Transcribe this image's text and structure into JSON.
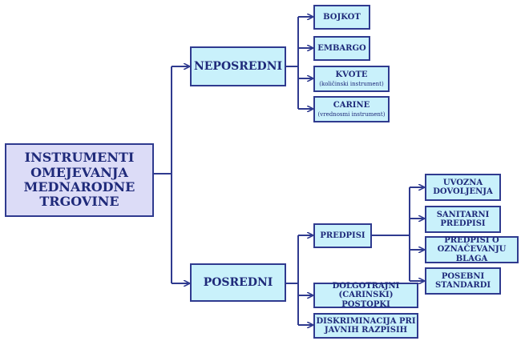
{
  "root": {
    "label": "INSTRUMENTI\nOMEJEVANJA\nMEDNARODNE\nTRGOVINE"
  },
  "neposredni": {
    "label": "NEPOSREDNI",
    "children": [
      {
        "label": "BOJKOT"
      },
      {
        "label": "EMBARGO"
      },
      {
        "label": "KVOTE",
        "note": "(količinski instrument)"
      },
      {
        "label": "CARINE",
        "note": "(vrednosmi instrument)"
      }
    ]
  },
  "posredni": {
    "label": "POSREDNI",
    "children": [
      {
        "label": "PREDPISI"
      },
      {
        "label": "DOLGOTRAJNI\n(CARINSKI) POSTOPKI"
      },
      {
        "label": "DISKRIMINACIJA PRI\nJAVNIH RAZPISIH"
      }
    ]
  },
  "predpisi": {
    "children": [
      {
        "label": "UVOZNA\nDOVOLJENJA"
      },
      {
        "label": "SANITARNI\nPREDPISI"
      },
      {
        "label": "PREDPISI O\nOZNAČEVANJU BLAGA"
      },
      {
        "label": "POSEBNI\nSTANDARDI"
      }
    ]
  },
  "colors": {
    "line": "#2f3a8f",
    "text": "#1f2a7a",
    "root_fill": "#dcdcf7",
    "node_fill": "#c9f1fb"
  }
}
